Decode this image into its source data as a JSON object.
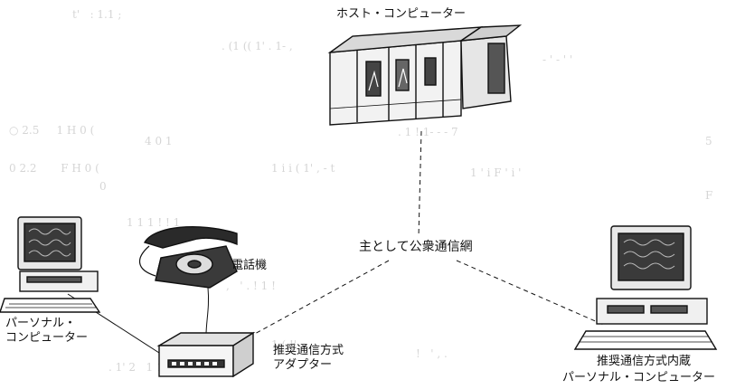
{
  "labels": {
    "host_computer": "ホスト・コンピューター",
    "telephone": "電話機",
    "public_network": "主として公衆通信網",
    "personal_computer": [
      "パーソナル・",
      "コンピューター"
    ],
    "adapter": [
      "推奨通信方式",
      "アダプター"
    ],
    "builtin_pc": [
      "推奨通信方式内蔵",
      "パーソナル・コンピューター"
    ]
  },
  "colors": {
    "line": "#111111",
    "scan_noise": "#9a9a9a",
    "background": "#ffffff"
  },
  "icons": [
    "host-computer-icon",
    "personal-computer-icon",
    "telephone-icon",
    "adapter-icon",
    "builtin-computer-icon"
  ]
}
